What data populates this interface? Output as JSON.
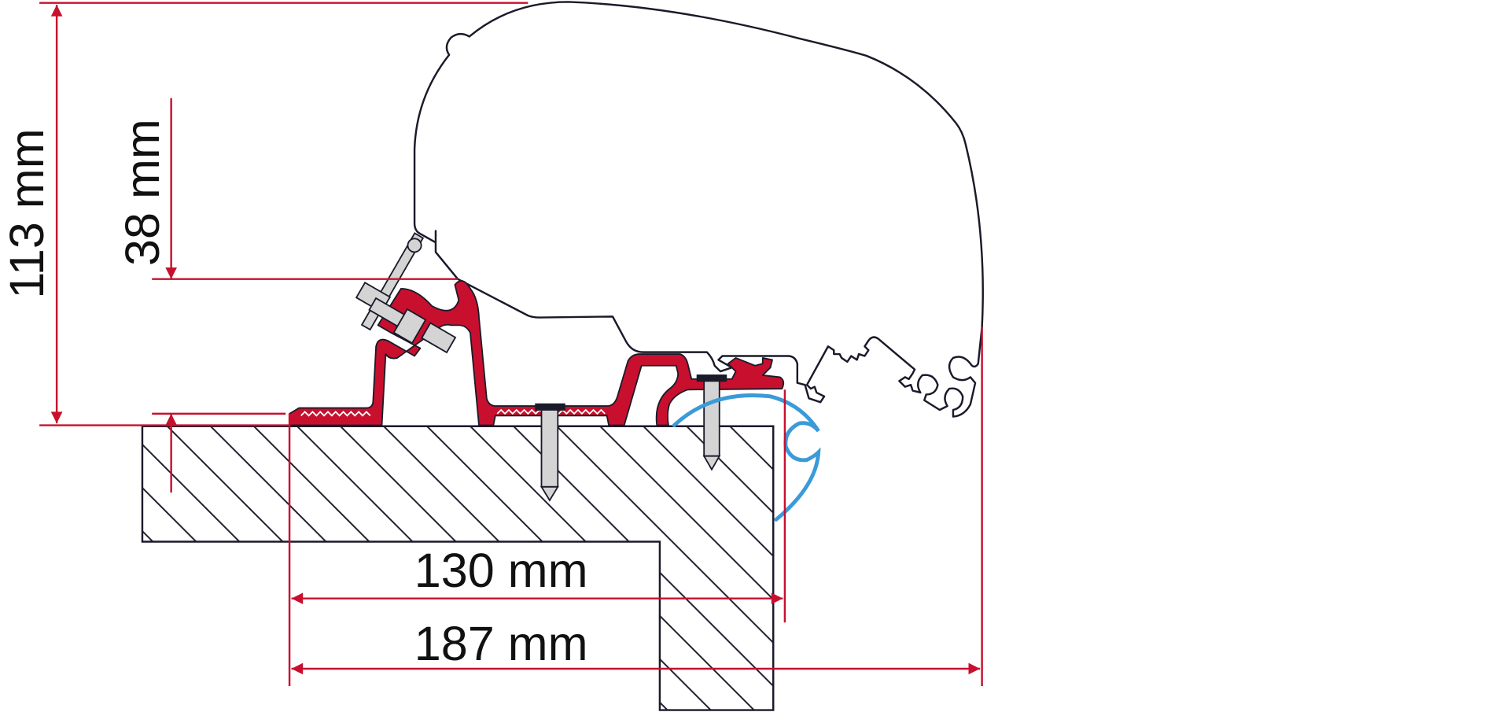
{
  "diagram": {
    "title": "Awning adapter mounting dimensions",
    "dimensions": {
      "height_total": "113 mm",
      "height_adapter": "38 mm",
      "width_inner": "130 mm",
      "width_outer": "187 mm"
    },
    "colors": {
      "dimension_line": "#c8102e",
      "adapter": "#c8102e",
      "seal": "#3b9ad8",
      "screw": "#d4d4d4",
      "outline": "#1a1a2a"
    }
  }
}
